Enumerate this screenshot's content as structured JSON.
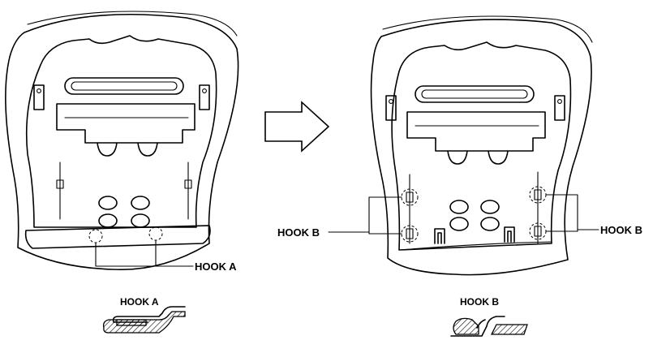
{
  "labels": {
    "hook_a": "HOOK A",
    "hook_b_left": "HOOK B",
    "hook_b_right": "HOOK B",
    "detail_hook_a": "HOOK A",
    "detail_hook_b": "HOOK B"
  },
  "colors": {
    "ink": "#000000",
    "background": "#ffffff"
  }
}
